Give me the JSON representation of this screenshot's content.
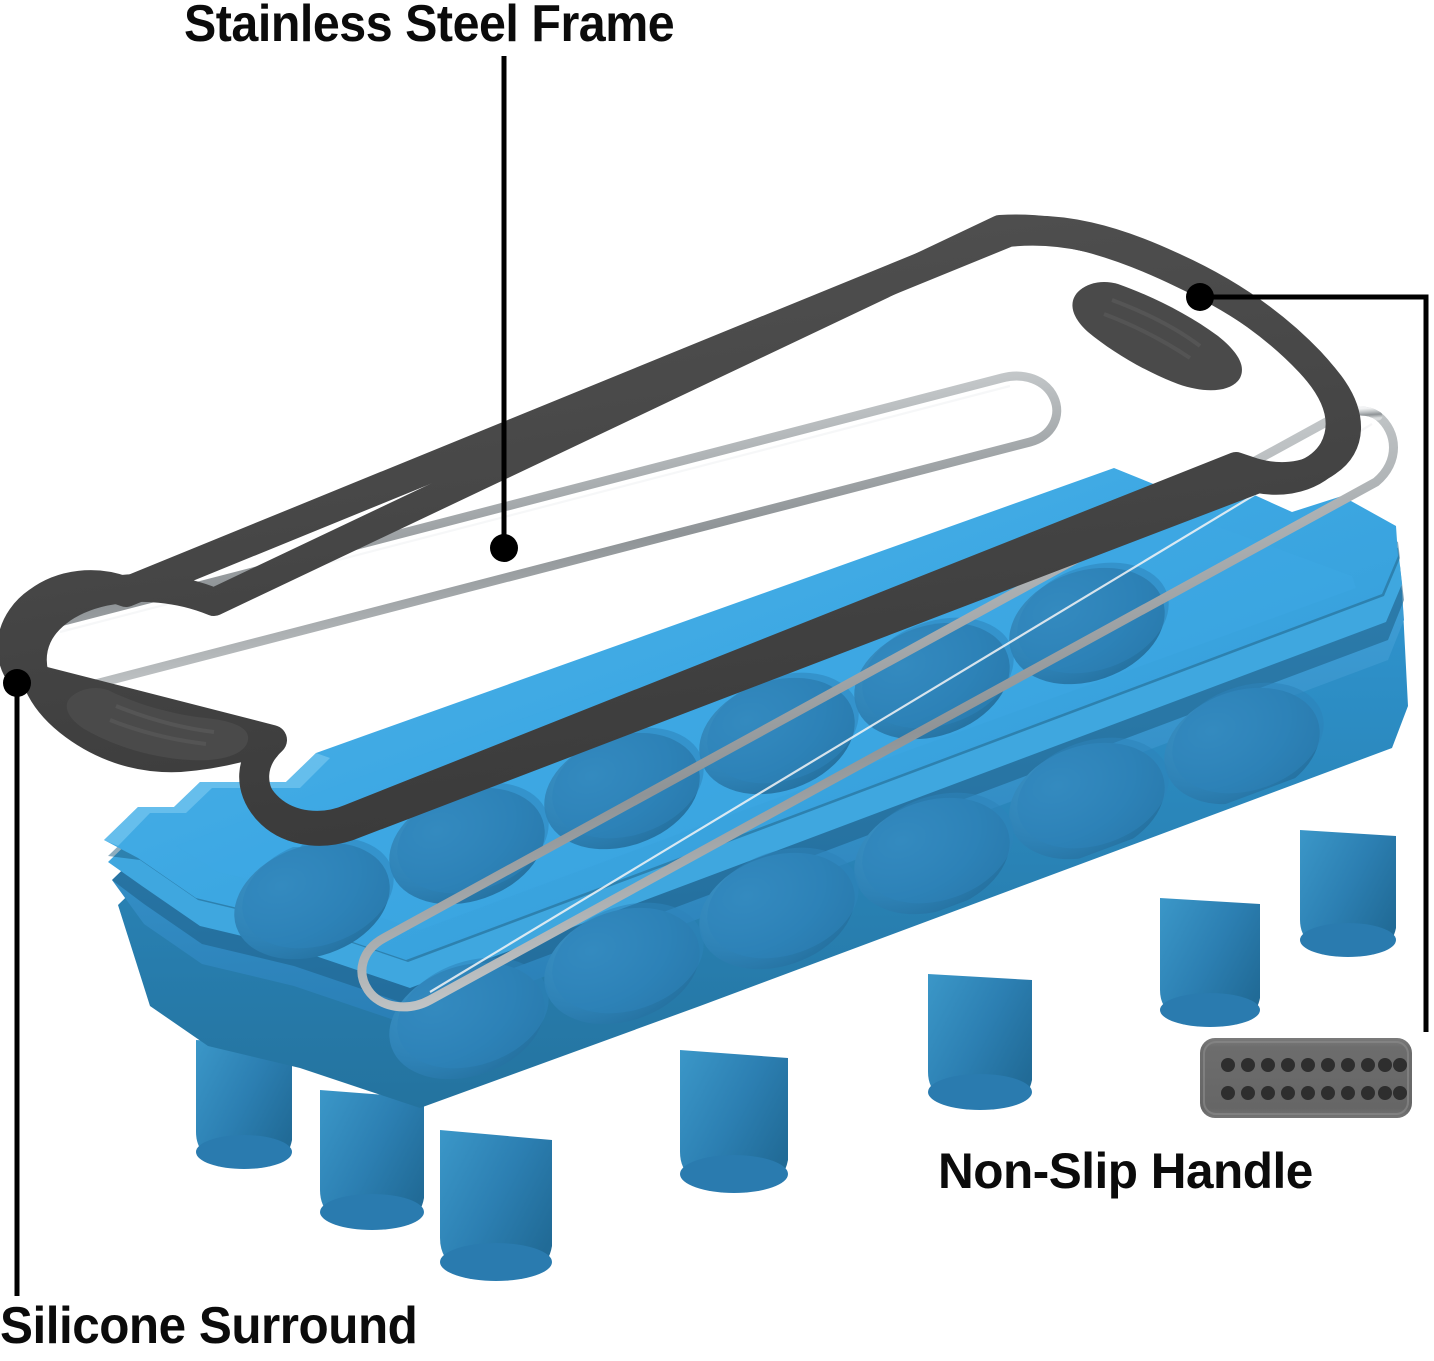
{
  "product": {
    "type": "silicone ice cube tray with stainless steel frame and lid",
    "cavity_rows": 2,
    "cavity_columns": 6,
    "cavity_count": 12
  },
  "annotations": [
    {
      "id": "stainless-steel-frame",
      "label": "Stainless Steel Frame",
      "target": "steel-wire-frame",
      "leader": "vertical line from label down to dot on steel wire"
    },
    {
      "id": "non-slip-handle",
      "label": "Non-Slip Handle",
      "target": "lid-handle-grip",
      "leader": "dot on lid handle, line right then down to detail swatch"
    },
    {
      "id": "silicone-surround",
      "label": "Silicone Surround",
      "target": "lid-silicone-rim",
      "leader": "dot on lid silicone corner, line straight down to label"
    }
  ],
  "detail_swatch": {
    "name": "non-slip-handle-texture",
    "dot_rows": 2,
    "dot_columns": 10
  },
  "colors": {
    "background": "#ffffff",
    "tray_blue": "#3AA6E2",
    "tray_blue_light": "#51B4E8",
    "tray_blue_mid": "#2F8FC9",
    "cavity_blue": "#2E82B6",
    "cavity_blue_dark": "#256F9E",
    "cup_blue": "#2B7FB4",
    "lid_gray": "#4A4A4A",
    "lid_gray_dark": "#3A3A3A",
    "steel_silver": "#B9BCBE",
    "steel_silver_light": "#E6E8E9",
    "swatch_gray": "#6E6E6E",
    "swatch_dot": "#2E2E2E",
    "leader_line": "#000000",
    "text": "#0b0b0b"
  }
}
